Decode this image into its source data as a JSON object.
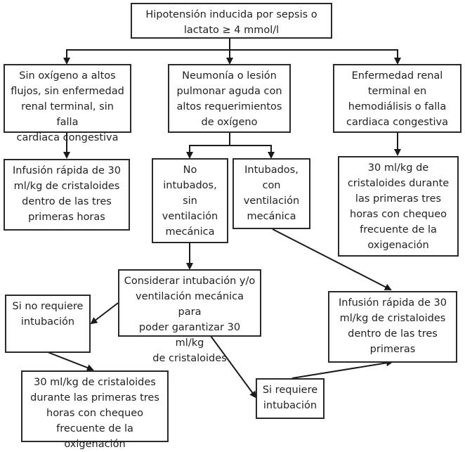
{
  "diagram": {
    "type": "flowchart",
    "nodes": {
      "root": {
        "text": "Hipotensión inducida por sepsis o\nlactato ≥ 4 mmol/l"
      },
      "left": {
        "text": "Sin oxígeno a altos\nflujos, sin enfermedad\nrenal terminal, sin falla\ncardiaca congestiva"
      },
      "middle": {
        "text": "Neumonía o lesión\npulmonar aguda con\naltos requerimientos\nde oxígeno"
      },
      "right": {
        "text": "Enfermedad renal\nterminal en\nhemodiálisis o falla\ncardiaca congestiva"
      },
      "left_action": {
        "text": "Infusión rápida de 30\nml/kg de cristaloides\ndentro de las tres\nprimeras horas"
      },
      "not_intubated": {
        "text": "No\nintubados,\nsin\nventilación\nmecánica"
      },
      "intubated": {
        "text": "Intubados,\ncon\nventilación\nmecánica"
      },
      "right_action": {
        "text": "30 ml/kg de\ncristaloides durante\nlas primeras tres\nhoras con chequeo\nfrecuente de la\noxigenación"
      },
      "consider": {
        "text": "Considerar intubación y/o\nventilación mecánica para\npoder garantizar 30 ml/kg\nde cristaloides"
      },
      "no_intubation": {
        "text": "Si no requiere\nintubación"
      },
      "rapid_infusion": {
        "text": "Infusión rápida de 30\nml/kg de cristaloides\ndentro de las tres\nprimeras"
      },
      "slow_infusion": {
        "text": "30 ml/kg de cristaloides\ndurante las primeras tres\nhoras con chequeo\nfrecuente de la oxigenación"
      },
      "requires_intubation": {
        "text": "Si requiere\nintubación"
      }
    },
    "edges": [
      [
        "root",
        "left"
      ],
      [
        "root",
        "middle"
      ],
      [
        "root",
        "right"
      ],
      [
        "left",
        "left_action"
      ],
      [
        "right",
        "right_action"
      ],
      [
        "middle",
        "not_intubated"
      ],
      [
        "middle",
        "intubated"
      ],
      [
        "not_intubated",
        "consider"
      ],
      [
        "intubated",
        "rapid_infusion"
      ],
      [
        "consider",
        "no_intubation"
      ],
      [
        "consider",
        "requires_intubation"
      ],
      [
        "no_intubation",
        "slow_infusion"
      ],
      [
        "requires_intubation",
        "rapid_infusion"
      ]
    ]
  }
}
